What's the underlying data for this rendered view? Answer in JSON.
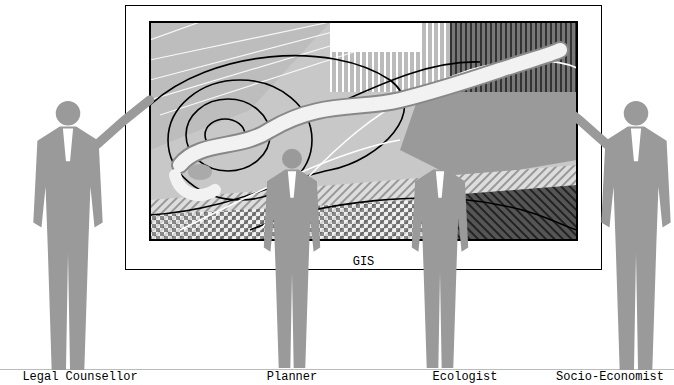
{
  "diagram": {
    "nodes": [
      {
        "text": [
          "GIS"
        ]
      }
    ],
    "labels": [
      "Legal Counsellor",
      "Planner",
      "Ecologist",
      "Socio-Economist"
    ]
  }
}
